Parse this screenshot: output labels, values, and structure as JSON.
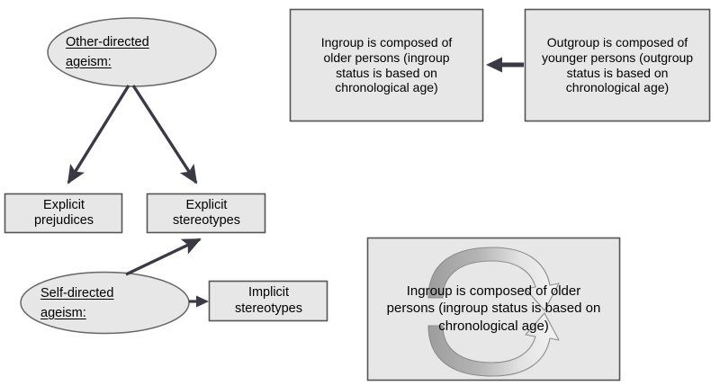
{
  "diagram": {
    "title": "Other-directed and self-directed ageism model",
    "background_color": "#ffffff",
    "shape_fill": "#e7e7e7",
    "shape_stroke": "#555555",
    "arrow_color": "#3a3a44",
    "cycle_arrow_gray": "#a6a6a6",
    "text_color": "#000000"
  },
  "nodes": {
    "other_directed_ellipse": {
      "line1": "Other-directed",
      "line2": "ageism:",
      "shape": "ellipse"
    },
    "self_directed_ellipse": {
      "line1": "Self-directed",
      "line2": "ageism:",
      "shape": "ellipse"
    },
    "explicit_prejudices_box": {
      "text": "Explicit\nprejudices",
      "shape": "rectangle"
    },
    "explicit_stereotypes_box": {
      "text": "Explicit\nstereotypes",
      "shape": "rectangle"
    },
    "implicit_stereotypes_box": {
      "text": "Implicit\nstereotypes",
      "shape": "rectangle"
    },
    "ingroup_box": {
      "text": "Ingroup is composed of\nolder persons (ingroup\nstatus is based on\nchronological age)",
      "shape": "rectangle"
    },
    "outgroup_box": {
      "text": "Outgroup is composed of\nyounger persons (outgroup\nstatus is based on\nchronological age)",
      "shape": "rectangle"
    },
    "cycle_panel": {
      "text": "Ingroup is composed of older\npersons (ingroup status is based on\nchronological age)",
      "shape": "rectangle"
    }
  },
  "connectors": {
    "other_to_prejudices": {
      "from": "other_directed_ellipse",
      "to": "explicit_prejudices_box",
      "style": "solid-arrow"
    },
    "other_to_stereotypes": {
      "from": "other_directed_ellipse",
      "to": "explicit_stereotypes_box",
      "style": "solid-arrow"
    },
    "self_to_explicit_stereotypes": {
      "from": "self_directed_ellipse",
      "to": "explicit_stereotypes_box",
      "style": "solid-arrow"
    },
    "self_to_implicit_stereotypes": {
      "from": "self_directed_ellipse",
      "to": "implicit_stereotypes_box",
      "style": "solid-arrow"
    },
    "outgroup_to_ingroup": {
      "from": "outgroup_box",
      "to": "ingroup_box",
      "style": "solid-arrow-left"
    },
    "cycle_top_arrow": {
      "direction": "clockwise-top",
      "style": "curved-gradient-arrow"
    },
    "cycle_bottom_arrow": {
      "direction": "clockwise-bottom",
      "style": "curved-gradient-arrow"
    }
  }
}
